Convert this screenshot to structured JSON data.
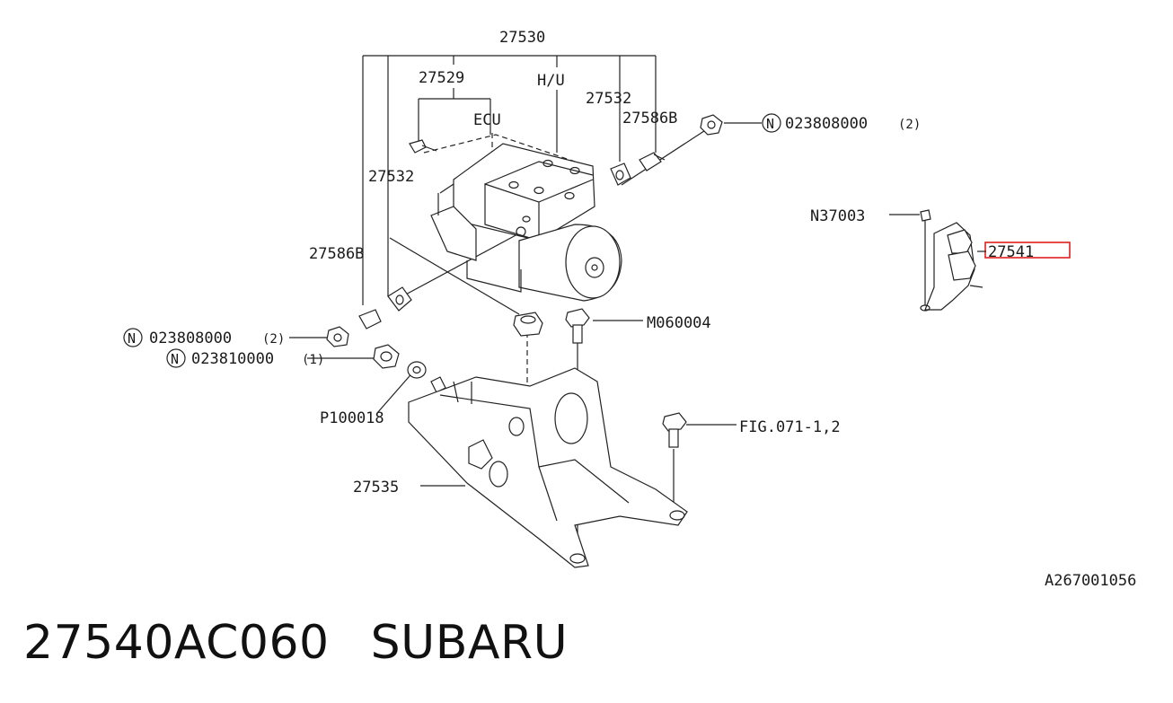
{
  "labels": {
    "assembly": "27530",
    "l27529": "27529",
    "hu": "H/U",
    "l27532_top": "27532",
    "l27586b_top": "27586B",
    "ecu": "ECU",
    "l27532_left": "27532",
    "l27586b_left": "27586B",
    "l27541": "27541",
    "n37003": "N37003",
    "m060004": "M060004",
    "p100018": "P100018",
    "l27535": "27535",
    "fig": "FIG.071-1,2",
    "drawing_code": "A267001056"
  },
  "nut_labels": [
    {
      "badge": "N",
      "part": "023808000",
      "qty": "(2)"
    },
    {
      "badge": "N",
      "part": "023808000",
      "qty": "(2)"
    },
    {
      "badge": "N",
      "part": "023810000",
      "qty": "(1)"
    }
  ],
  "highlighted_part": "27541",
  "highlight_color": "#e01f1f",
  "caption": {
    "part_number": "27540AC060",
    "brand": "SUBARU"
  }
}
